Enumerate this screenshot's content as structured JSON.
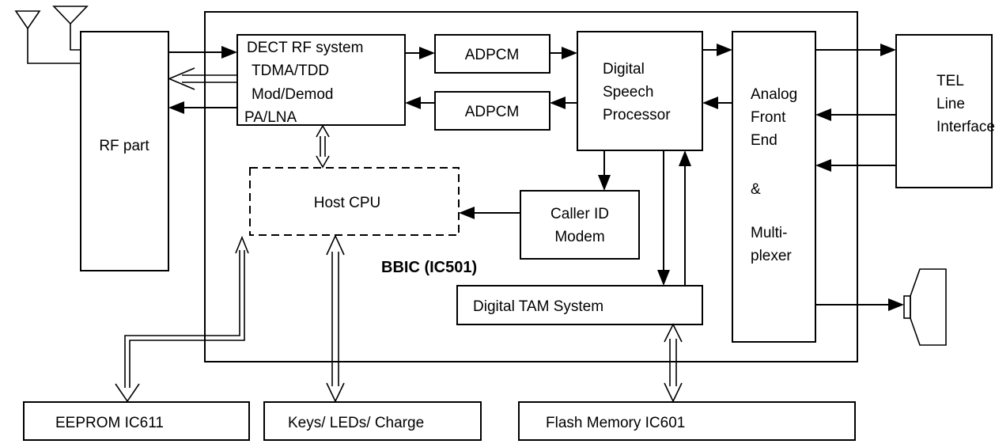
{
  "blocks": {
    "rf_part": "RF part",
    "dect": [
      "DECT RF system",
      "TDMA/TDD",
      "Mod/Demod",
      "PA/LNA"
    ],
    "adpcm_top": "ADPCM",
    "adpcm_bottom": "ADPCM",
    "dsp": [
      "Digital",
      "Speech",
      "Processor"
    ],
    "afe": [
      "Analog",
      "Front",
      "End",
      "&",
      "Multi-",
      "plexer"
    ],
    "tel": [
      "TEL",
      "Line",
      "Interface"
    ],
    "host_cpu": "Host CPU",
    "caller_id": [
      "Caller ID",
      "Modem"
    ],
    "bbic": "BBIC (IC501)",
    "tam": "Digital TAM  System",
    "eeprom": "EEPROM IC611",
    "keys": "Keys/ LEDs/ Charge",
    "flash": "Flash Memory  IC601"
  }
}
